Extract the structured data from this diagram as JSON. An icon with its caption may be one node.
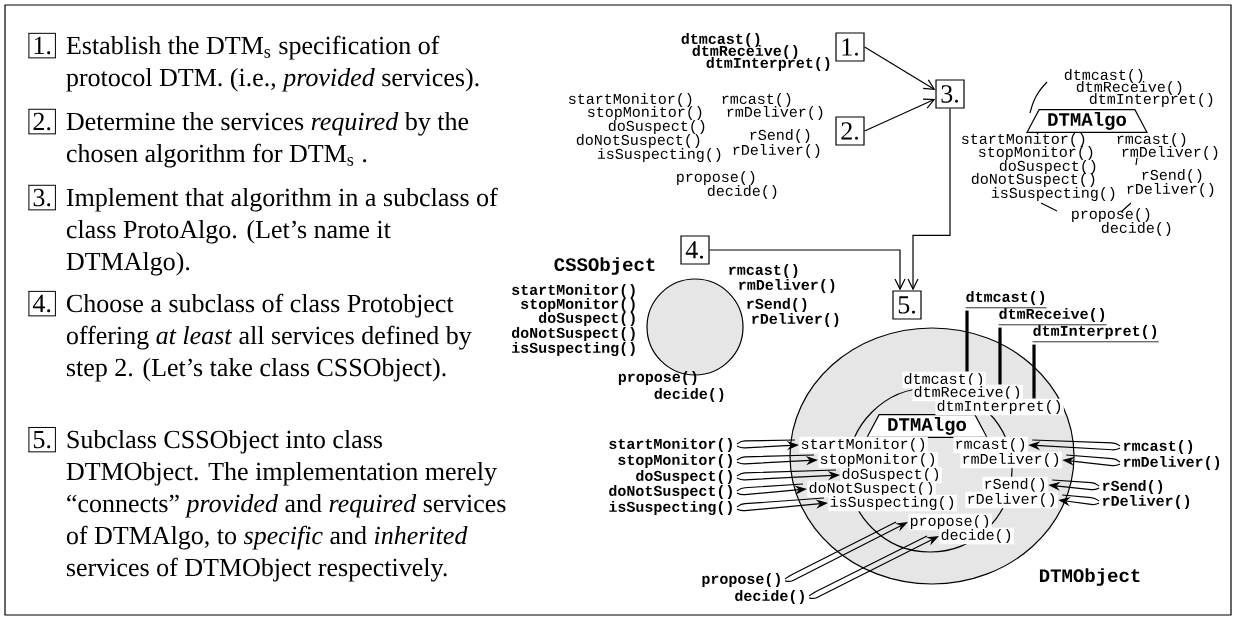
{
  "diagram": {
    "nodes": [
      {
        "text": [
          "1.",
          "Establish the DTM$_{s}$ specification of protocol DTM. (i.e., *provided* services)."
        ]
      },
      {
        "text": [
          "2.",
          "Determine the services *required* by the chosen algorithm for DTM$_{s}$ ."
        ]
      },
      {
        "text": [
          "3.",
          "Implement that algorithm in a subclass of class ProtoAlgo. (Let’s name it DTMAlgo)."
        ]
      },
      {
        "text": [
          "4.",
          "Choose a subclass of class Protobject offering *at least* all services defined by step 2. (Let’s take class CSSObject)."
        ]
      },
      {
        "text": [
          "5.",
          "Subclass CSSObject into class DTMObject. The implementation merely “connects” *provided* and *required* services of DTMAlgo, to *specific* and *inherited* services of DTMObject respectively."
        ]
      },
      {
        "text": [
          "1."
        ],
        "beside": [
          "dtmcast()",
          "dtmReceive()",
          "dtmInterpret()"
        ]
      },
      {
        "text": [
          "2."
        ],
        "beside": [
          "startMonitor()",
          "stopMonitor()",
          "doSuspect()",
          "doNotSuspect()",
          "isSuspecting()",
          "rmcast()",
          "rmDeliver()",
          "rSend()",
          "rDeliver()",
          "propose()",
          "decide()"
        ]
      },
      {
        "text": [
          "3."
        ]
      },
      {
        "text": [
          "DTMAlgo"
        ],
        "beside": [
          "dtmcast()",
          "dtmReceive()",
          "dtmInterpret()",
          "startMonitor()",
          "stopMonitor()",
          "doSuspect()",
          "doNotSuspect()",
          "isSuspecting()",
          "rmcast()",
          "rmDeliver()",
          "rSend()",
          "rDeliver()",
          "propose()",
          "decide()"
        ]
      },
      {
        "text": [
          "4."
        ]
      },
      {
        "text": [
          "CSSObject"
        ],
        "beside": [
          "startMonitor()",
          "stopMonitor()",
          "doSuspect()",
          "doNotSuspect()",
          "isSuspecting()",
          "rmcast()",
          "rmDeliver()",
          "rSend()",
          "rDeliver()",
          "propose()",
          "decide()"
        ]
      },
      {
        "text": [
          "5."
        ]
      },
      {
        "text": [
          "DTMObject"
        ]
      },
      {
        "text": [
          "DTMAlgo"
        ],
        "in": 12
      },
      {
        "text": [
          "dtmcast()"
        ],
        "in": 12
      },
      {
        "text": [
          "dtmReceive()"
        ],
        "in": 12
      },
      {
        "text": [
          "dtmInterpret()"
        ],
        "in": 12
      },
      {
        "text": [
          "startMonitor()"
        ],
        "in": 12
      },
      {
        "text": [
          "stopMonitor()"
        ],
        "in": 12
      },
      {
        "text": [
          "doSuspect()"
        ],
        "in": 12
      },
      {
        "text": [
          "doNotSuspect()"
        ],
        "in": 12
      },
      {
        "text": [
          "isSuspecting()"
        ],
        "in": 12
      },
      {
        "text": [
          "rmcast()"
        ],
        "in": 12
      },
      {
        "text": [
          "rmDeliver()"
        ],
        "in": 12
      },
      {
        "text": [
          "rSend()"
        ],
        "in": 12
      },
      {
        "text": [
          "rDeliver()"
        ],
        "in": 12
      },
      {
        "text": [
          "propose()"
        ],
        "in": 12
      },
      {
        "text": [
          "decide()"
        ],
        "in": 12
      },
      {
        "text": [
          "dtmcast()"
        ]
      },
      {
        "text": [
          "dtmReceive()"
        ]
      },
      {
        "text": [
          "dtmInterpret()"
        ]
      },
      {
        "text": [
          "startMonitor()"
        ]
      },
      {
        "text": [
          "stopMonitor()"
        ]
      },
      {
        "text": [
          "doSuspect()"
        ]
      },
      {
        "text": [
          "doNotSuspect()"
        ]
      },
      {
        "text": [
          "isSuspecting()"
        ]
      },
      {
        "text": [
          "rmcast()"
        ]
      },
      {
        "text": [
          "rmDeliver()"
        ]
      },
      {
        "text": [
          "rSend()"
        ]
      },
      {
        "text": [
          "rDeliver()"
        ]
      },
      {
        "text": [
          "propose()"
        ]
      },
      {
        "text": [
          "decide()"
        ]
      }
    ],
    "edges": [
      {
        "from": 5,
        "to": 7,
        "arrow": "to"
      },
      {
        "from": 6,
        "to": 7,
        "arrow": "to"
      },
      {
        "from": 7,
        "to": 11,
        "arrow": "to"
      },
      {
        "from": 9,
        "to": 11,
        "arrow": "to"
      },
      {
        "from": 28,
        "to": 14,
        "arrow": "none",
        "style": "thick"
      },
      {
        "from": 29,
        "to": 15,
        "arrow": "none",
        "style": "thick"
      },
      {
        "from": 30,
        "to": 16,
        "arrow": "none",
        "style": "thick"
      },
      {
        "from": 31,
        "to": 17,
        "arrow": "to"
      },
      {
        "from": 32,
        "to": 18,
        "arrow": "to"
      },
      {
        "from": 33,
        "to": 19,
        "arrow": "to"
      },
      {
        "from": 34,
        "to": 20,
        "arrow": "to"
      },
      {
        "from": 35,
        "to": 21,
        "arrow": "to"
      },
      {
        "from": 36,
        "to": 22,
        "arrow": "to"
      },
      {
        "from": 37,
        "to": 23,
        "arrow": "to"
      },
      {
        "from": 38,
        "to": 24,
        "arrow": "to"
      },
      {
        "from": 39,
        "to": 25,
        "arrow": "to"
      },
      {
        "from": 40,
        "to": 26,
        "arrow": "to"
      },
      {
        "from": 41,
        "to": 27,
        "arrow": "to"
      }
    ]
  }
}
